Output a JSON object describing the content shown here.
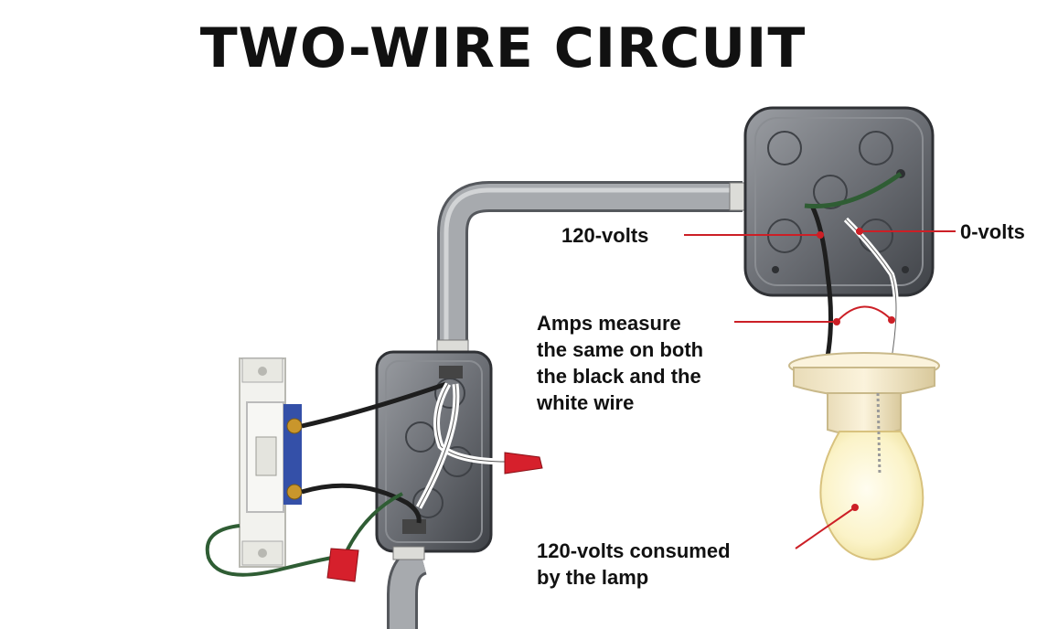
{
  "title": "TWO-WIRE CIRCUIT",
  "labels": {
    "hot_voltage": "120-volts",
    "neutral_voltage": "0-volts",
    "amps_note": "Amps measure\nthe same on both\nthe black and the\nwhite wire",
    "lamp_consumption": "120-volts consumed\nby the lamp"
  },
  "colors": {
    "conduit": "#8d9196",
    "box": "#6e7177",
    "hot_wire": "#222222",
    "neutral_wire": "#ffffff",
    "ground_wire": "#2f5d34",
    "wire_nut": "#d6202c",
    "callout": "#cc1f26"
  },
  "icons": [
    "light-switch-icon",
    "wire-nut-icon",
    "lamp-bulb-icon",
    "junction-box-icon",
    "switch-box-icon"
  ]
}
